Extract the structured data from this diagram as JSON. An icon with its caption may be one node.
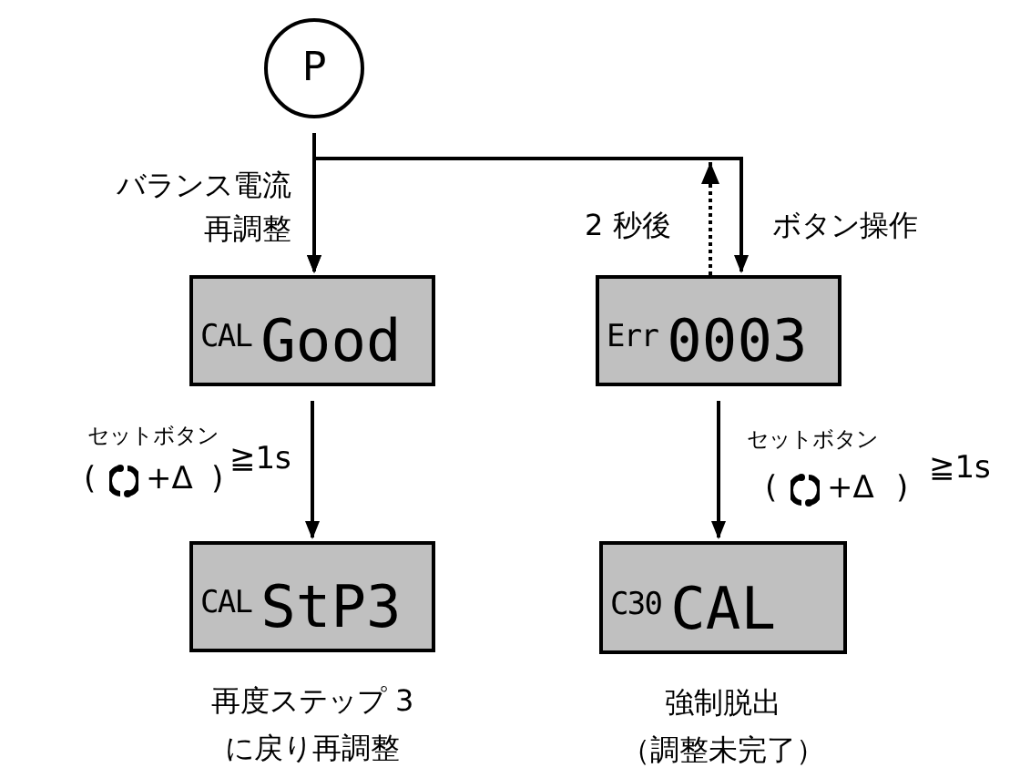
{
  "diagram": {
    "nodes": [
      {
        "text": [
          "P"
        ]
      },
      {
        "text": [
          "CAL",
          "Good"
        ]
      },
      {
        "text": [
          "Err",
          "0003"
        ]
      },
      {
        "text": [
          "CAL",
          "StP3"
        ],
        "beside": [
          "再度ステップ 3に戻り再調整"
        ]
      },
      {
        "text": [
          "C30",
          "CAL"
        ],
        "beside": [
          "強制脱出",
          "（調整未完了）"
        ]
      }
    ],
    "edges": [
      {
        "from": 0,
        "to": 1,
        "arrow": "to",
        "label": "バランス電流再調整"
      },
      {
        "from": 0,
        "to": 2,
        "arrow": "to",
        "label": "ボタン操作"
      },
      {
        "from": 2,
        "to": 1,
        "arrow": "to",
        "label": "2 秒後",
        "style": "dashed"
      },
      {
        "from": 1,
        "to": 3,
        "arrow": "to",
        "label": "セットボタン"
      },
      {
        "from": 2,
        "to": 4,
        "arrow": "to",
        "label": "セットボタン"
      }
    ],
    "labels": [
      "(",
      "+Δ",
      ")",
      "≧1s",
      "(",
      "+Δ",
      ")",
      "≧1s"
    ]
  }
}
